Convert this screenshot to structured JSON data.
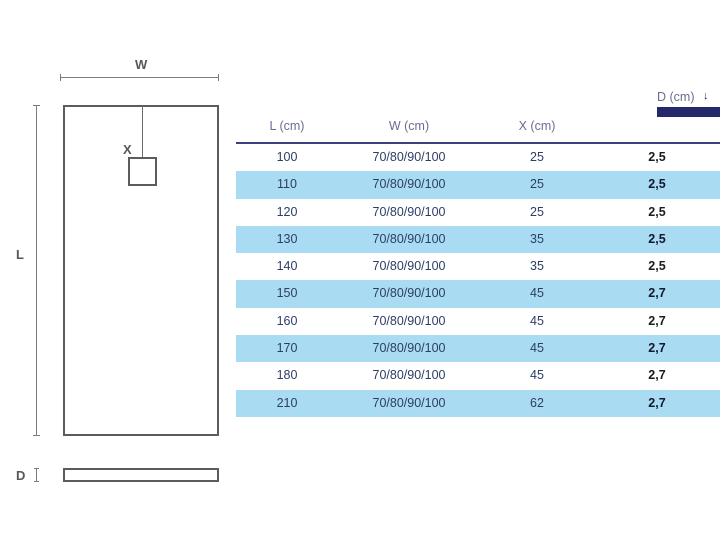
{
  "drawing": {
    "width_label": "W",
    "length_label": "L",
    "offset_label": "X",
    "depth_label": "D",
    "line_color": "#5c5c5e",
    "label_color": "#58585a"
  },
  "table": {
    "accent_navy": "#23296b",
    "header_text_color": "#6a6d93",
    "row_alt_color": "#a9dcf2",
    "body_text_color": "#2e3d66",
    "headers": {
      "length": "L (cm)",
      "width": "W (cm)",
      "offset": "X (cm)",
      "depth": "D (cm)",
      "depth_arrow_down": "↓",
      "depth_arrow_up": "↑"
    },
    "rows": [
      {
        "l": "100",
        "w": "70/80/90/100",
        "x": "25",
        "d": "2,5"
      },
      {
        "l": "110",
        "w": "70/80/90/100",
        "x": "25",
        "d": "2,5"
      },
      {
        "l": "120",
        "w": "70/80/90/100",
        "x": "25",
        "d": "2,5"
      },
      {
        "l": "130",
        "w": "70/80/90/100",
        "x": "35",
        "d": "2,5"
      },
      {
        "l": "140",
        "w": "70/80/90/100",
        "x": "35",
        "d": "2,5"
      },
      {
        "l": "150",
        "w": "70/80/90/100",
        "x": "45",
        "d": "2,7"
      },
      {
        "l": "160",
        "w": "70/80/90/100",
        "x": "45",
        "d": "2,7"
      },
      {
        "l": "170",
        "w": "70/80/90/100",
        "x": "45",
        "d": "2,7"
      },
      {
        "l": "180",
        "w": "70/80/90/100",
        "x": "45",
        "d": "2,7"
      },
      {
        "l": "210",
        "w": "70/80/90/100",
        "x": "62",
        "d": "2,7"
      }
    ]
  }
}
